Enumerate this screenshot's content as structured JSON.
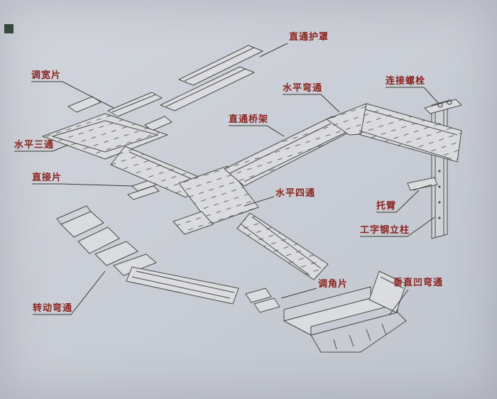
{
  "diagram": {
    "labels": [
      {
        "id": "straight-cover",
        "text": "直通护罩"
      },
      {
        "id": "width-adjust-piece",
        "text": "调宽片"
      },
      {
        "id": "horizontal-bend",
        "text": "水平弯通"
      },
      {
        "id": "connecting-bolt",
        "text": "连接螺栓"
      },
      {
        "id": "straight-tray",
        "text": "直通桥架"
      },
      {
        "id": "horizontal-tee",
        "text": "水平三通"
      },
      {
        "id": "direct-piece",
        "text": "直接片"
      },
      {
        "id": "horizontal-cross",
        "text": "水平四通"
      },
      {
        "id": "support-arm",
        "text": "托臂"
      },
      {
        "id": "i-beam-column",
        "text": "工字钢立柱"
      },
      {
        "id": "angle-adjust-piece",
        "text": "调角片"
      },
      {
        "id": "vertical-concave-bend",
        "text": "垂直凹弯通"
      },
      {
        "id": "rotating-bend",
        "text": "转动弯通"
      }
    ],
    "colors": {
      "label": "#8a241e",
      "line": "#4a4a44",
      "background": "#c9cdd5"
    }
  }
}
